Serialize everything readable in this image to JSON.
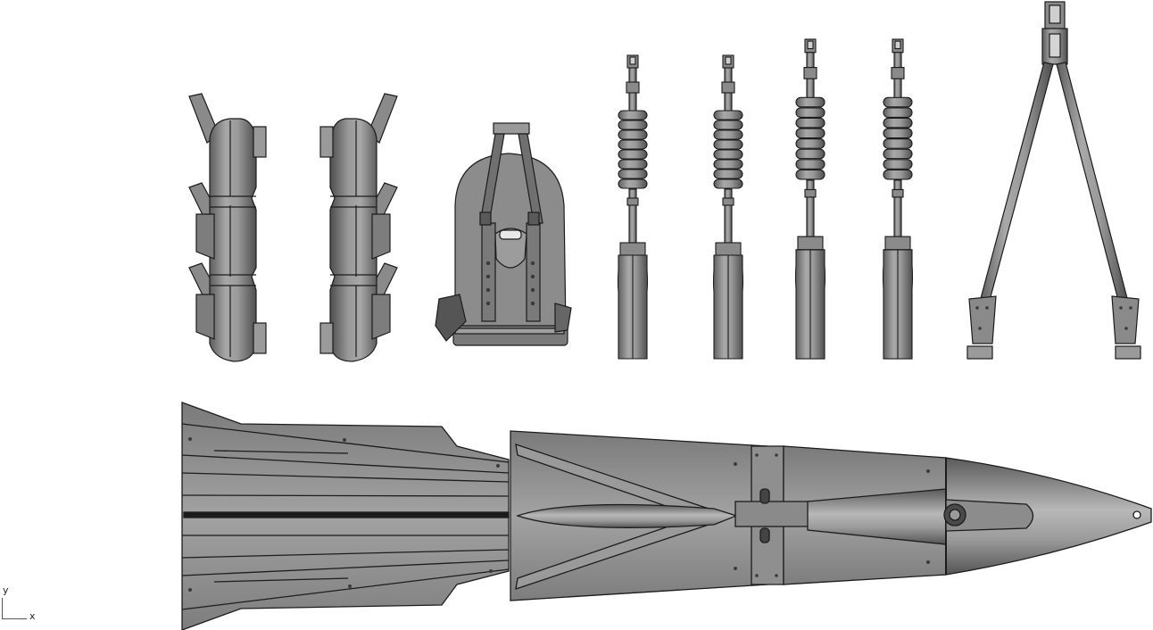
{
  "viewport": {
    "background": "#ffffff",
    "view_type": "top orthographic shaded view",
    "colors": {
      "part_fill": "#8f8f8f",
      "part_light": "#b4b4b4",
      "part_dark": "#5c5c5c",
      "edge": "#1c1c1c"
    }
  },
  "axis_widget": {
    "y_label": "y",
    "x_label": "x"
  },
  "parts": [
    {
      "id": "armrest-left"
    },
    {
      "id": "armrest-right"
    },
    {
      "id": "seat-harness"
    },
    {
      "id": "strut-1"
    },
    {
      "id": "strut-2"
    },
    {
      "id": "strut-3"
    },
    {
      "id": "strut-4"
    },
    {
      "id": "a-frame-bipod"
    },
    {
      "id": "fuselage"
    }
  ]
}
